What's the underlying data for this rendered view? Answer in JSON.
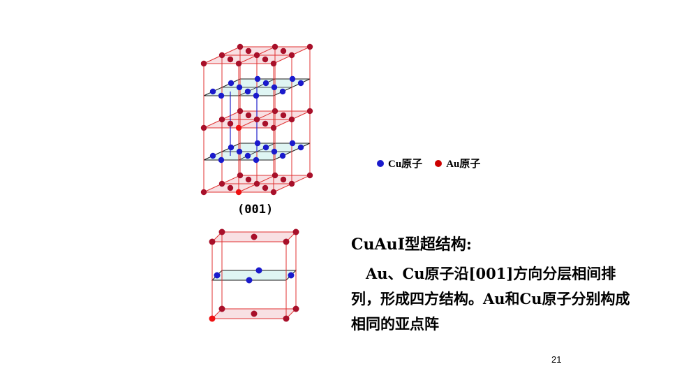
{
  "legend": {
    "cu_label": "Cu原子",
    "au_label": "Au原子",
    "cu_color": "#1a1acc",
    "au_color": "#cc0000"
  },
  "caption": "(001)",
  "text": {
    "title": "CuAuI型超结构:",
    "paragraph": "Au、Cu原子沿[001]方向分层相间排列，形成四方结构。Au和Cu原子分别构成相同的亚点阵"
  },
  "page_number": "21",
  "colors": {
    "lattice_line": "#e03030",
    "cu_plane_line": "#1a1a1a",
    "cu_plane_fill": "#d7f2f0",
    "au_plane_fill": "#f6d6da",
    "cu_guide": "#2020cc"
  }
}
